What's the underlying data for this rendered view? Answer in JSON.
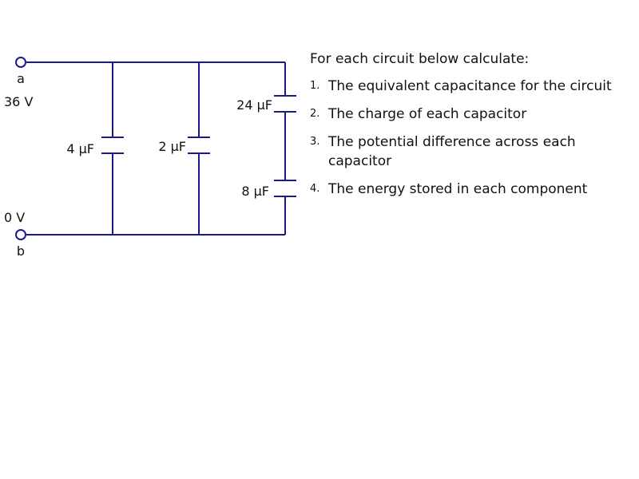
{
  "circuit": {
    "terminal_a": {
      "label": "a",
      "voltage": "36 V"
    },
    "terminal_b": {
      "label": "b",
      "voltage": "0 V"
    },
    "capacitors": [
      {
        "id": "c1",
        "label": "4 μF"
      },
      {
        "id": "c2",
        "label": "2 μF"
      },
      {
        "id": "c3",
        "label": "24 μF"
      },
      {
        "id": "c4",
        "label": "8 μF"
      }
    ],
    "wire_color": "#1a1a8c"
  },
  "instructions": {
    "heading": "For each circuit below calculate:",
    "items": [
      {
        "number": "1.",
        "text": "The equivalent capacitance for the circuit"
      },
      {
        "number": "2.",
        "text": "The charge of each capacitor"
      },
      {
        "number": "3.",
        "text": "The potential difference across each capacitor"
      },
      {
        "number": "4.",
        "text": "The energy stored in each component"
      }
    ]
  }
}
